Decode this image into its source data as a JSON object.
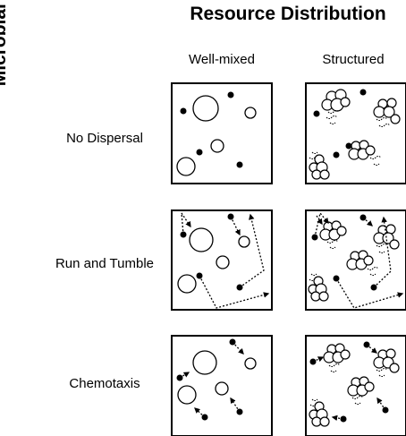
{
  "figure": {
    "title": "Resource Distribution",
    "side_label": "Microbial Dispersal",
    "columns": [
      "Well-mixed",
      "Structured"
    ],
    "rows": [
      "No Dispersal",
      "Run and Tumble",
      "Chemotaxis"
    ]
  },
  "legend_semantics": {
    "open_circle": "resource patch",
    "filled_dot": "microbe",
    "squiggle": "secreted product",
    "dotted_arrow": "movement path"
  }
}
